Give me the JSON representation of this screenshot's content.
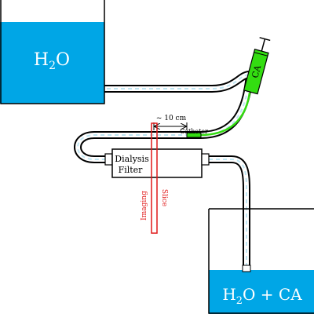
{
  "colors": {
    "water": "#00a6e6",
    "agent": "#33dd11",
    "slice": "#e01818",
    "outline": "#000000",
    "flow": "#bfe6f3"
  },
  "reservoir_top": {
    "text": "H",
    "sub": "2",
    "text_after": "O"
  },
  "syringe": {
    "label": "CA"
  },
  "distance": {
    "label": "~ 10 cm"
  },
  "catheter": {
    "label": "Catheter"
  },
  "filter": {
    "line1": "Dialysis",
    "line2": "Filter"
  },
  "slice": {
    "word1": "Imaging",
    "word2": "Slice"
  },
  "reservoir_bottom": {
    "text": "H",
    "sub": "2",
    "text_after": "O + CA"
  }
}
